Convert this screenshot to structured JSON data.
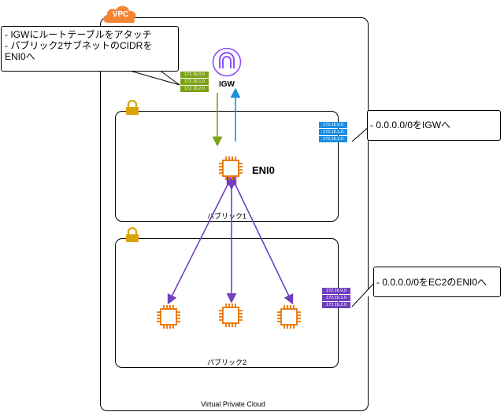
{
  "vpc": {
    "badge": "VPC",
    "label": "Virtual Private Cloud"
  },
  "igw": {
    "label": "IGW"
  },
  "eni": {
    "label": "ENI0"
  },
  "subnets": {
    "public1_label": "パブリック1",
    "public2_label": "パブリック2"
  },
  "callouts": {
    "igw_note": {
      "line1": "- IGWにルートテーブルをアタッチ",
      "line2": "- パブリック2サブネットのCIDRを",
      "line3": "ENI0へ"
    },
    "public1_note": "- 0.0.0.0/0をIGWへ",
    "public2_note": "- 0.0.0.0/0をEC2のENI0へ"
  },
  "route_tables": {
    "igw": [
      "172.16.0.0",
      "172.16.1.0",
      "172.16.2.0"
    ],
    "public1": [
      "172.16.0.0",
      "172.16.1.0",
      "172.16.2.0"
    ],
    "public2": [
      "172.16.0.0",
      "172.16.1.0",
      "172.16.2.0"
    ]
  },
  "colors": {
    "vpc_orange": "#f58536",
    "igw_purple": "#8c4fff",
    "green": "#7aa116",
    "blue": "#1a8fe3",
    "purple": "#6f3fbf",
    "lock": "#d9a400",
    "chip": "#ed7100"
  },
  "icons": {
    "vpc": "cloud-icon",
    "igw": "internet-gateway-icon",
    "lock": "lock-icon",
    "instance": "ec2-chip-icon"
  }
}
